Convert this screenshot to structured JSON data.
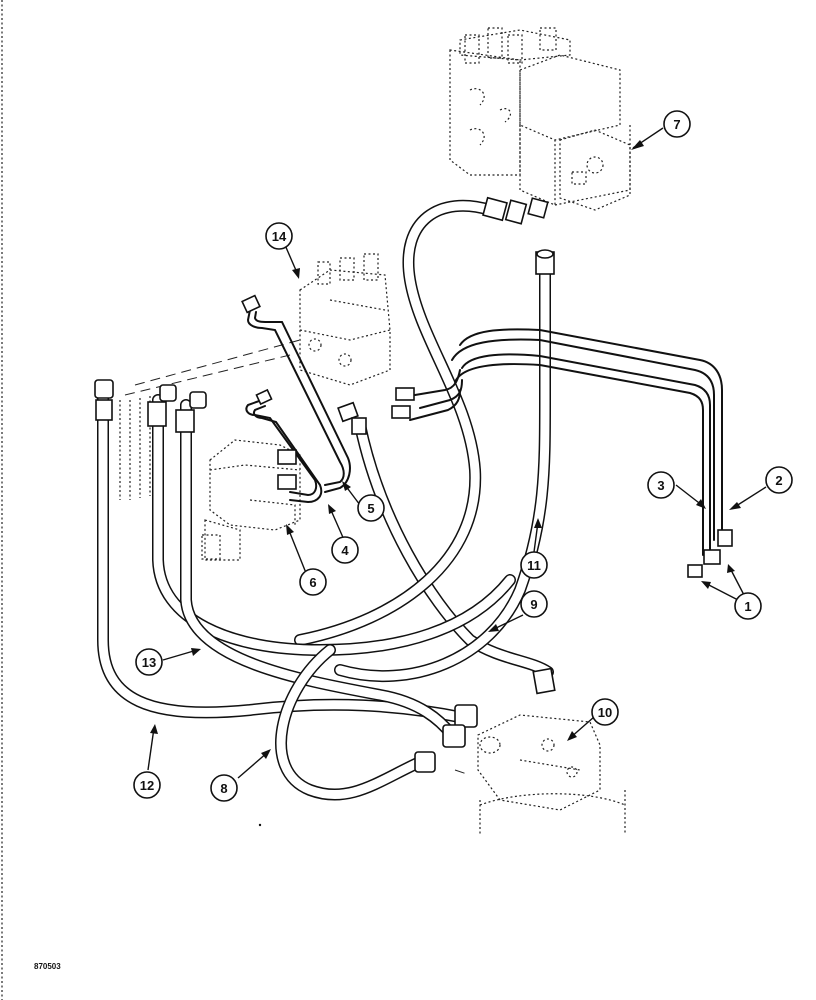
{
  "callouts": [
    "1",
    "2",
    "3",
    "4",
    "5",
    "6",
    "7",
    "8",
    "9",
    "10",
    "11",
    "12",
    "13",
    "14"
  ],
  "drawing_number": "870503"
}
